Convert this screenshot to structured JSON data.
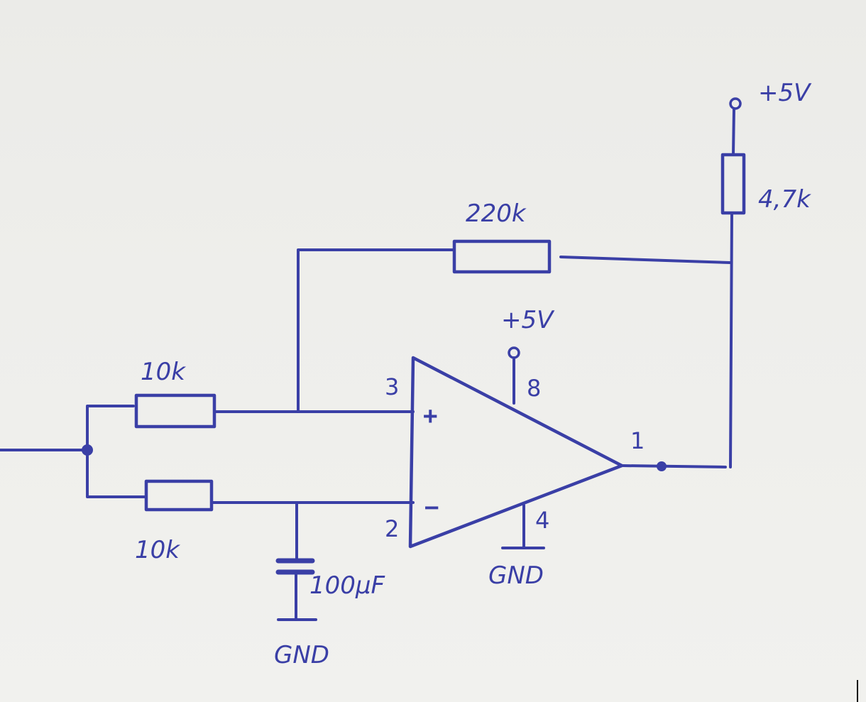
{
  "colors": {
    "ink": "#3a3fa6",
    "paper": "#eeeeeb"
  },
  "labels": {
    "supply_top": "+5V",
    "r_pullup": "4,7k",
    "r_feedback": "220k",
    "supply_opamp": "+5V",
    "r_input_top": "10k",
    "r_input_bottom": "10k",
    "capacitor": "100µF",
    "gnd_opamp": "GND",
    "gnd_capacitor": "GND"
  },
  "opamp": {
    "pin_noninverting": "3",
    "pin_inverting": "2",
    "pin_vcc": "8",
    "pin_gnd": "4",
    "pin_output": "1",
    "plus_sign": "+",
    "minus_sign": "−"
  }
}
